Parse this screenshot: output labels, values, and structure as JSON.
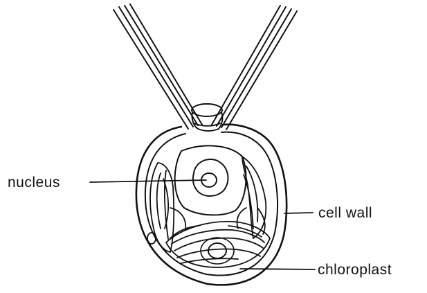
{
  "diagram": {
    "labels": {
      "nucleus": "nucleus",
      "cell_wall": "cell wall",
      "chloroplast": "chloroplast"
    },
    "colors": {
      "ink": "#111111",
      "background": "#ffffff"
    }
  }
}
